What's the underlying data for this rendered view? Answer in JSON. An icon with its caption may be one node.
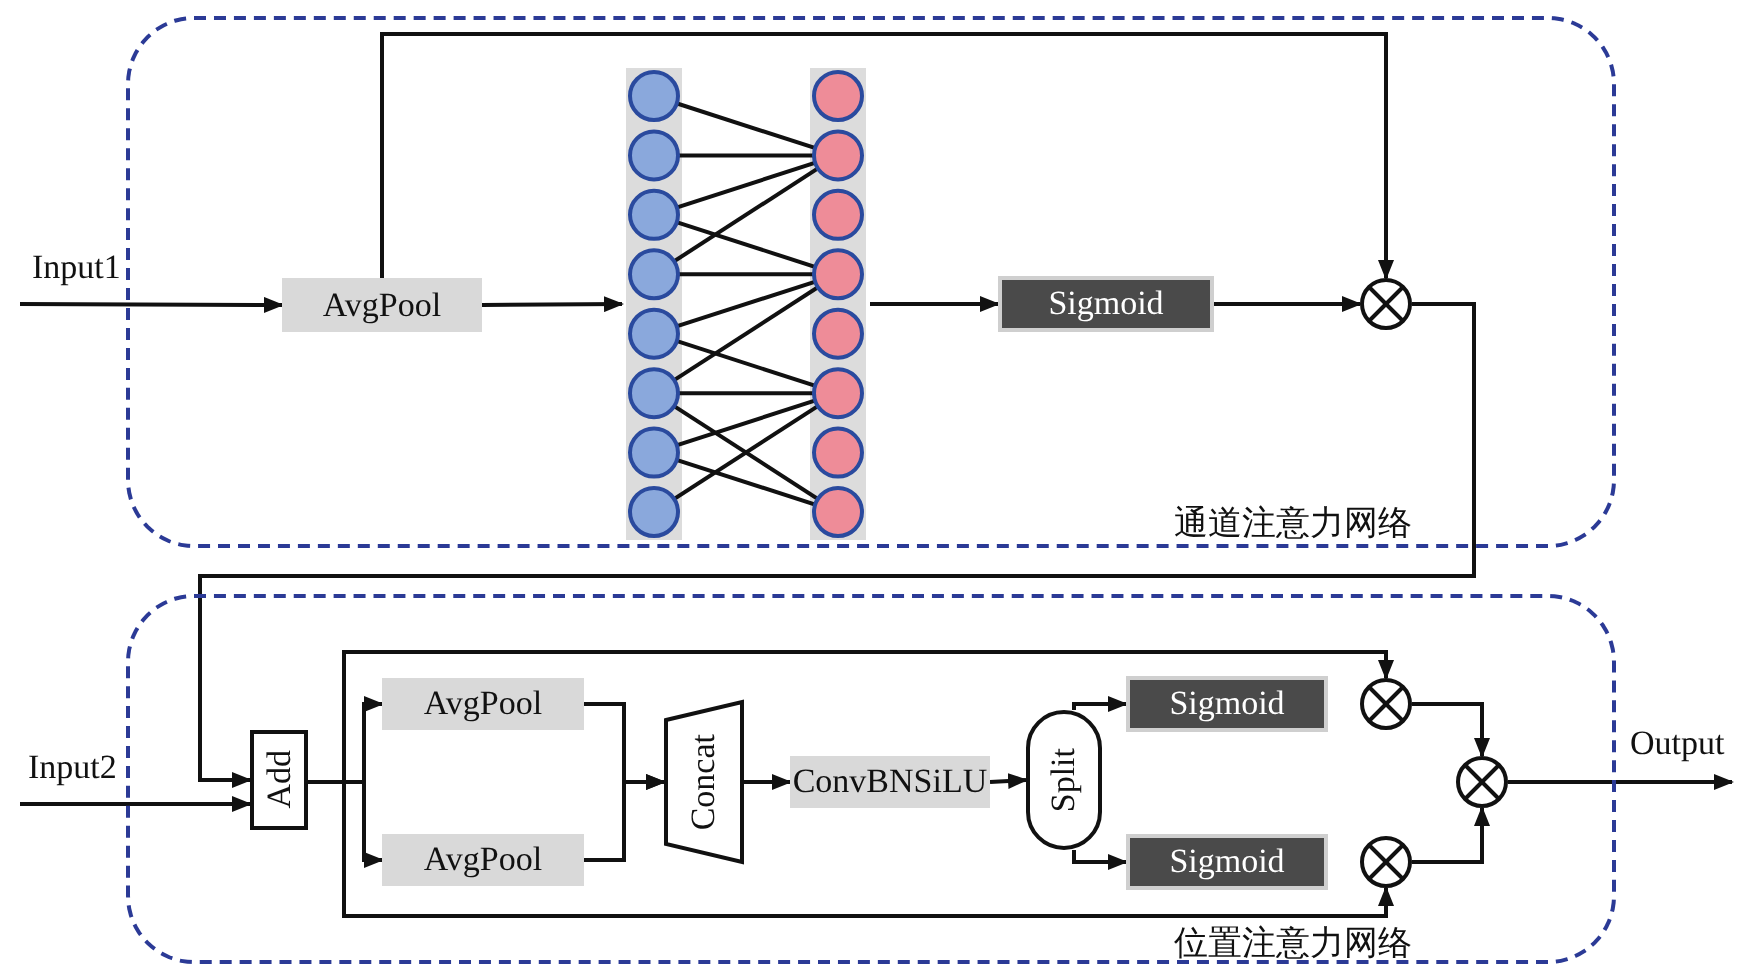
{
  "diagram": {
    "nodes": [
      {
        "text": [
          "通道注意力网络"
        ]
      },
      {
        "text": [
          "AvgPool"
        ],
        "in": 0
      },
      {
        "text": [],
        "shape": "picture",
        "in": 0
      },
      {
        "text": [
          "Sigmoid"
        ],
        "in": 0
      },
      {
        "text": [],
        "shape": "circle",
        "in": 0
      },
      {
        "text": [
          "位置注意力网络"
        ]
      },
      {
        "text": [
          "Add"
        ],
        "in": 5
      },
      {
        "text": [
          "AvgPool"
        ],
        "in": 5
      },
      {
        "text": [
          "AvgPool"
        ],
        "in": 5
      },
      {
        "text": [
          "Concat"
        ],
        "in": 5
      },
      {
        "text": [
          "ConvBNSiLU"
        ],
        "in": 5
      },
      {
        "text": [
          "Split"
        ],
        "in": 5
      },
      {
        "text": [
          "Sigmoid"
        ],
        "in": 5
      },
      {
        "text": [
          "Sigmoid"
        ],
        "in": 5
      },
      {
        "text": [],
        "shape": "circle",
        "in": 5
      },
      {
        "text": [],
        "shape": "circle",
        "in": 5
      },
      {
        "text": [],
        "shape": "circle",
        "in": 5
      },
      {
        "text": [
          "Output"
        ]
      }
    ],
    "edges": [
      {
        "from": null,
        "to": 1,
        "arrow": "to"
      },
      {
        "from": 1,
        "to": 2,
        "arrow": "to"
      },
      {
        "from": 2,
        "to": 3,
        "arrow": "to"
      },
      {
        "from": 3,
        "to": 4,
        "arrow": "to"
      },
      {
        "from": 1,
        "to": 4,
        "arrow": "to"
      },
      {
        "from": 4,
        "to": 6,
        "arrow": "to"
      },
      {
        "from": null,
        "to": 6,
        "arrow": "to"
      },
      {
        "from": 6,
        "to": 7,
        "arrow": "to"
      },
      {
        "from": 6,
        "to": 8,
        "arrow": "to"
      },
      {
        "from": 7,
        "to": 9,
        "arrow": "to"
      },
      {
        "from": 8,
        "to": 9,
        "arrow": "to"
      },
      {
        "from": 9,
        "to": 10,
        "arrow": "to"
      },
      {
        "from": 10,
        "to": 11,
        "arrow": "to"
      },
      {
        "from": 11,
        "to": 12,
        "arrow": "to"
      },
      {
        "from": 11,
        "to": 13,
        "arrow": "to"
      },
      {
        "from": 6,
        "to": 14,
        "arrow": "to"
      },
      {
        "from": 6,
        "to": 15,
        "arrow": "to"
      },
      {
        "from": 14,
        "to": 16,
        "arrow": "to"
      },
      {
        "from": 15,
        "to": 16,
        "arrow": "to"
      },
      {
        "from": 16,
        "to": 17,
        "arrow": "to"
      }
    ],
    "labels": [
      "Input1",
      "Input2"
    ]
  }
}
